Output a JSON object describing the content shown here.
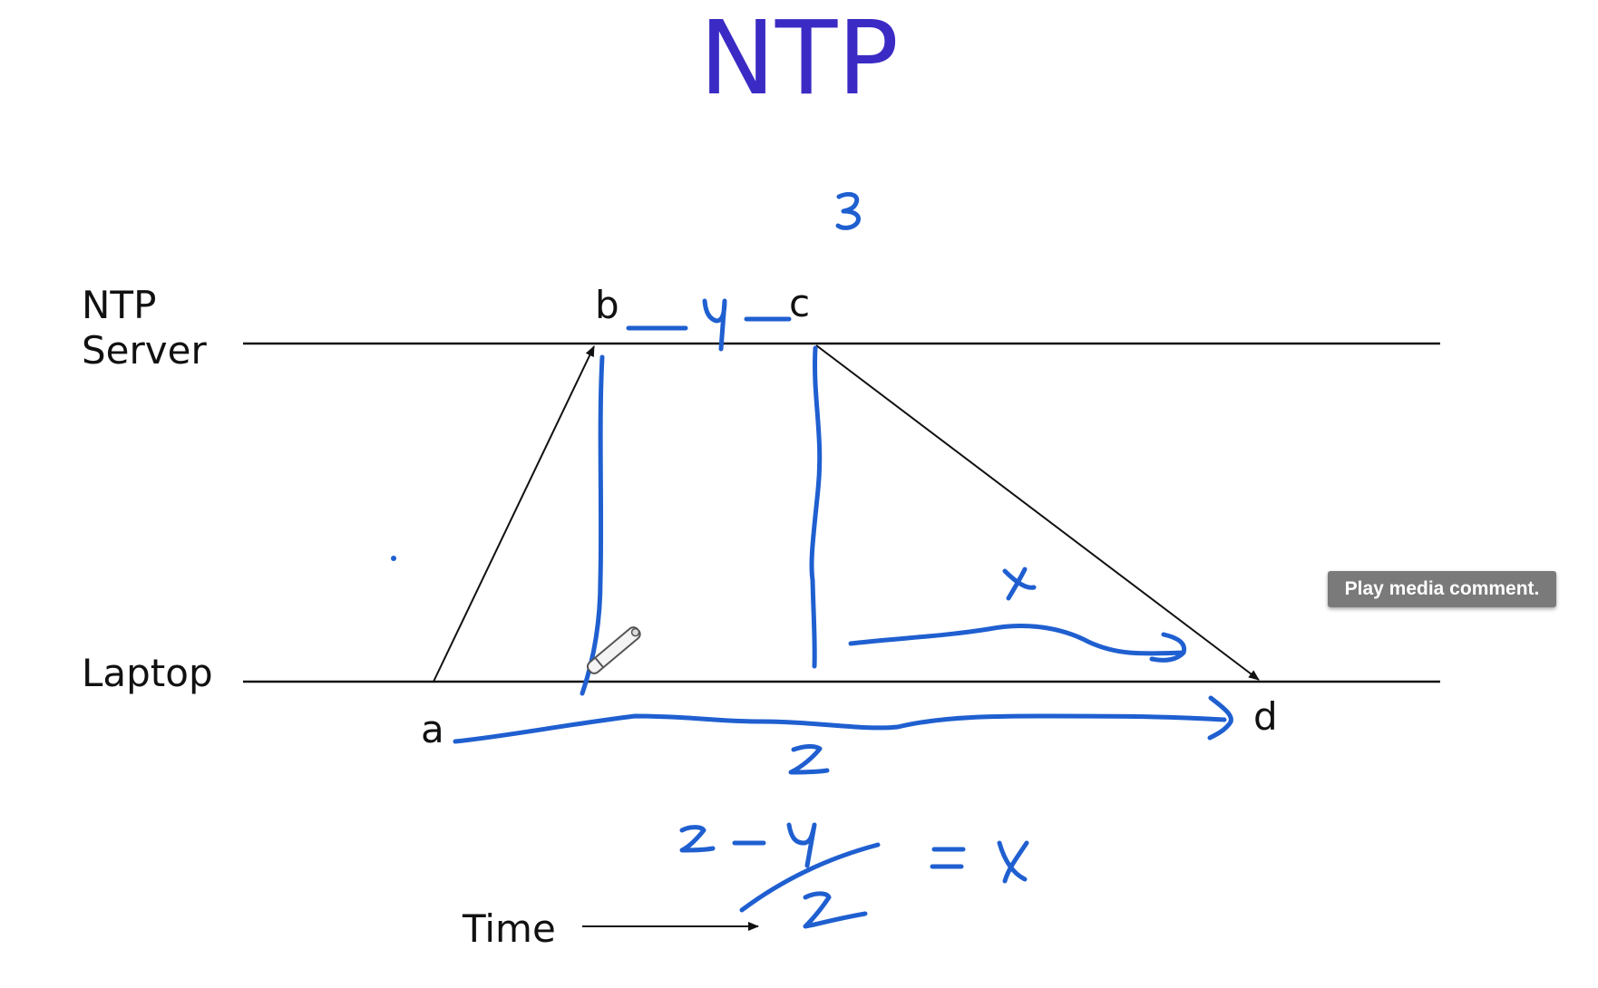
{
  "title": "NTP",
  "labels": {
    "server": "NTP\nServer",
    "laptop": "Laptop",
    "a": "a",
    "b": "b",
    "c": "c",
    "d": "d",
    "time": "Time"
  },
  "annotations": {
    "top_number": "3",
    "y": "y",
    "x": "x",
    "z": "z",
    "formula_numerator": "z-y",
    "formula_denominator": "2",
    "formula_result": "= x"
  },
  "tooltip": "Play media comment.",
  "colors": {
    "title": "#3b2bc4",
    "ink": "#1f5fd0",
    "line": "#111111",
    "tooltip_bg": "#7a7a7a"
  }
}
